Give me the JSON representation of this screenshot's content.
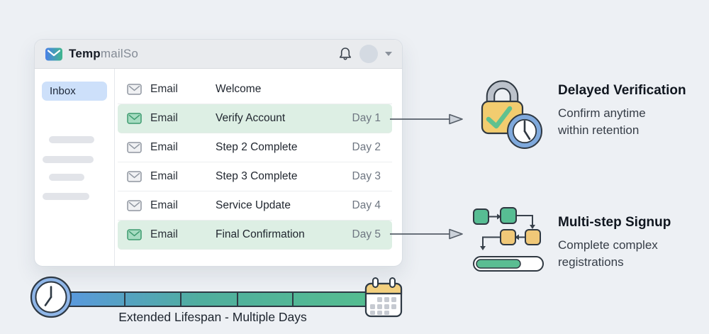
{
  "window": {
    "brand_bold": "Temp",
    "brand_light": "mailSo",
    "sidebar": {
      "inbox_label": "Inbox"
    },
    "rows": [
      {
        "label": "Email",
        "subject": "Welcome",
        "day": "",
        "highlight": false
      },
      {
        "label": "Email",
        "subject": "Verify Account",
        "day": "Day 1",
        "highlight": true
      },
      {
        "label": "Email",
        "subject": "Step 2 Complete",
        "day": "Day 2",
        "highlight": false
      },
      {
        "label": "Email",
        "subject": "Step 3 Complete",
        "day": "Day 3",
        "highlight": false
      },
      {
        "label": "Email",
        "subject": "Service Update",
        "day": "Day 4",
        "highlight": false
      },
      {
        "label": "Email",
        "subject": "Final Confirmation",
        "day": "Day 5",
        "highlight": true
      }
    ]
  },
  "features": [
    {
      "title": "Delayed Verification",
      "line1": "Confirm anytime",
      "line2": "within retention",
      "icon": "lock-check-clock-icon"
    },
    {
      "title": "Multi-step Signup",
      "line1": "Complete complex",
      "line2": "registrations",
      "icon": "flowchart-progress-icon"
    }
  ],
  "timeline": {
    "caption": "Extended Lifespan - Multiple Days",
    "icons": [
      "clock-icon",
      "calendar-icon"
    ]
  },
  "icons": [
    "envelope-logo-icon",
    "bell-icon",
    "avatar",
    "caret-down-icon",
    "envelope-gray-icon",
    "envelope-green-icon"
  ],
  "colors": {
    "background": "#edf0f4",
    "header_bg": "#e9ebee",
    "inbox_highlight": "#cde0fa",
    "row_highlight": "#ddefe4",
    "logo_gradient": [
      "#4a80e8",
      "#3fb68c"
    ],
    "lock_body": "#f2cc6f",
    "check_green": "#5fc18f",
    "flow_green": "#57bd93",
    "flow_yellow": "#f0c878",
    "clock_blue": "#8fb6e8",
    "calendar_yellow": "#f2cf7e",
    "timeline_gradient": [
      "#5a98e0",
      "#55bd90"
    ],
    "outline_dark": "#2e3944"
  }
}
